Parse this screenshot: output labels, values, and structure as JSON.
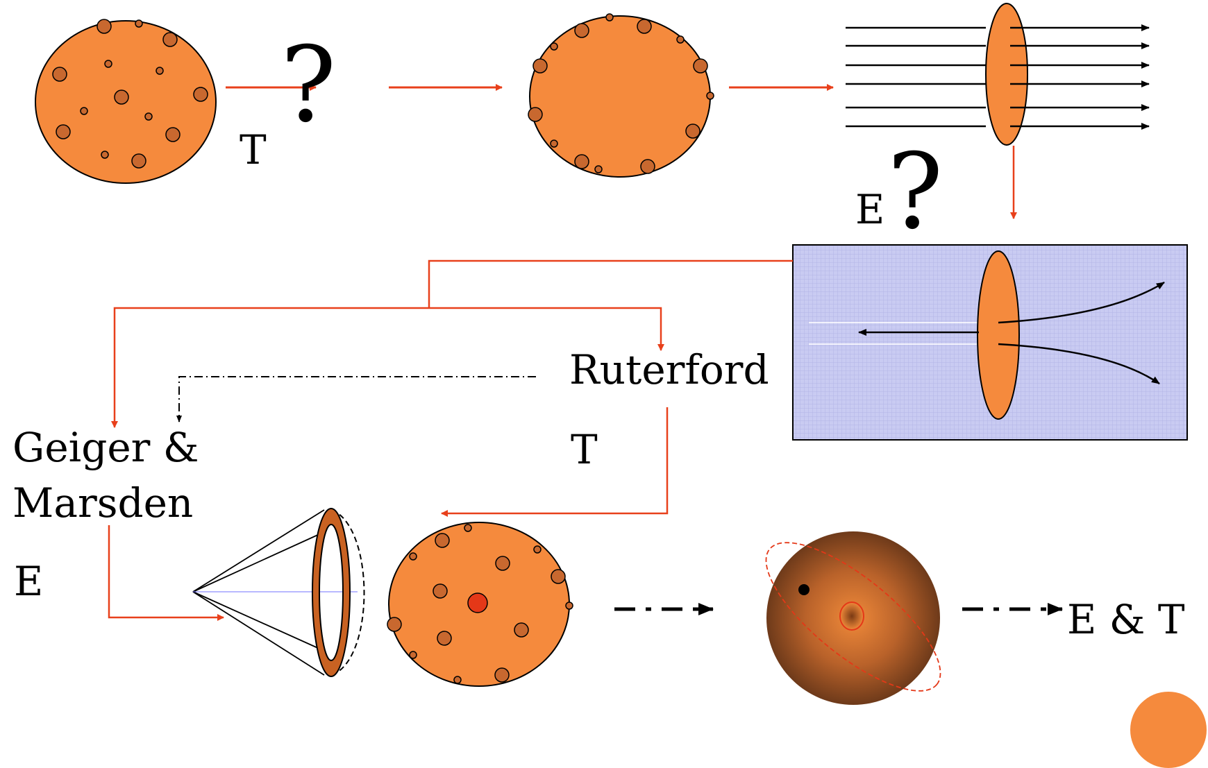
{
  "labels": {
    "t_top": "T",
    "question_top": "?",
    "e_mid": "E",
    "question_mid": "?",
    "rutherford": "Ruterford",
    "t_mid": "T",
    "geiger_line1": "Geiger &",
    "geiger_line2": "Marsden",
    "e_left": "E",
    "e_and_t": "E & T"
  },
  "colors": {
    "sphere_fill": "#f58a3d",
    "inclusion_fill": "#c8682f",
    "arrow_red": "#e8401b",
    "panel_fill": "#c9cbf2",
    "panel_grid": "#b3b5e6",
    "nucleus_red": "#e43818",
    "ring_brown": "#c96222",
    "dark_sphere_outer": "#6e3a1a",
    "dark_sphere_inner": "#f08a3a"
  }
}
